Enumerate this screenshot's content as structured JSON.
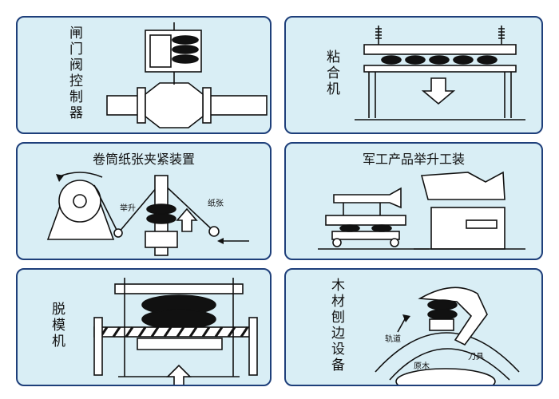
{
  "panels": {
    "valve": {
      "title": "闸门阀控制器"
    },
    "laminator": {
      "title": "粘合机"
    },
    "paper_roll": {
      "title": "卷筒纸张夹紧装置",
      "label_lift": "举升",
      "label_paper": "纸张"
    },
    "military": {
      "title": "军工产品举升工装"
    },
    "demold": {
      "title": "脱模机"
    },
    "planer": {
      "title": "木材刨边设备",
      "label_track": "轨道",
      "label_tool": "刀具",
      "label_wood": "原木"
    }
  },
  "colors": {
    "panel_bg": "#d9eef5",
    "border": "#1e3f7a",
    "line": "#111111"
  }
}
